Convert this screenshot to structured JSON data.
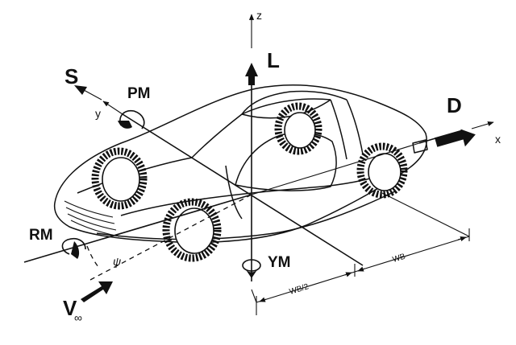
{
  "labels": {
    "z_axis": "z",
    "x_axis": "x",
    "y_axis": "y",
    "lift": "L",
    "drag": "D",
    "side_force": "S",
    "pitch_moment": "PM",
    "roll_moment": "RM",
    "yaw_moment": "YM",
    "wind_velocity": "V",
    "wind_subscript": "∞",
    "yaw_angle": "ψ",
    "wheelbase": "WB",
    "half_wheelbase": "WB/2"
  }
}
